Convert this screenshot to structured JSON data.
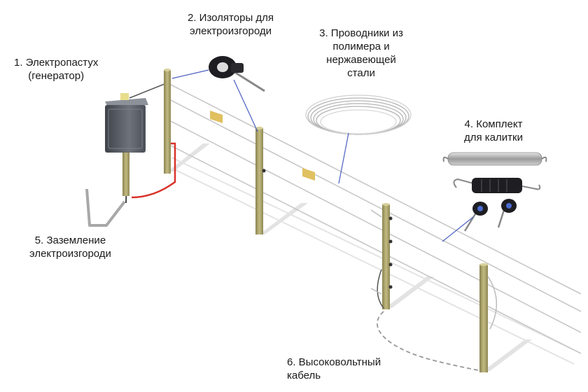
{
  "labels": {
    "generator": [
      "1. Электропастух",
      "(генератор)"
    ],
    "insulators": [
      "2. Изоляторы для",
      "электроизгороди"
    ],
    "conductors": [
      "3. Проводники из",
      "полимера и",
      "нержавеющей",
      "стали"
    ],
    "gate_kit": [
      "4. Комплект",
      "для калитки"
    ],
    "grounding": [
      "5. Заземление",
      "электроизгороди"
    ],
    "cable": [
      "6. Высоковольтный",
      "кабель"
    ]
  },
  "colors": {
    "post": "#b3ab6e",
    "wire": "#c8c8c8",
    "leader": "#4a5fc0",
    "red_wire": "#d9332a",
    "warning_sign": "#e0c060",
    "box": "#5f636b"
  }
}
